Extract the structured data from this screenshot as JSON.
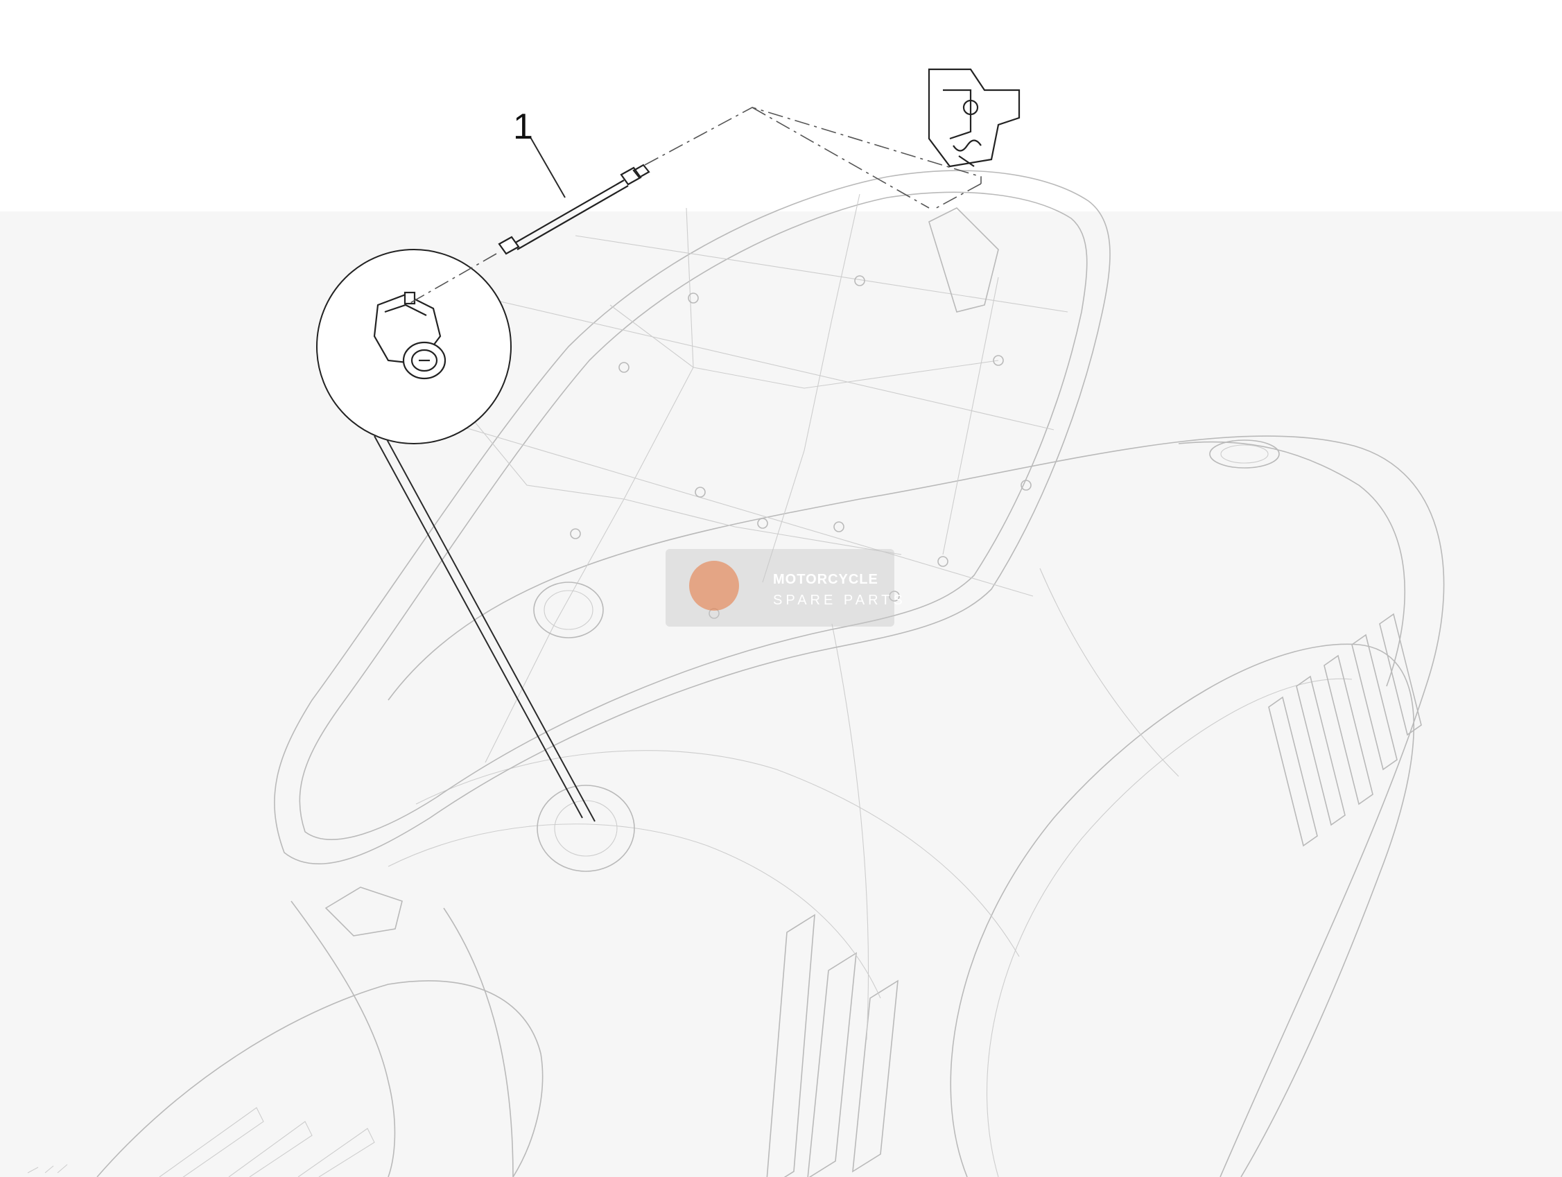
{
  "diagram": {
    "callouts": [
      {
        "label": "1"
      }
    ]
  },
  "watermark": {
    "line1": "MOTORCYCLE",
    "line2": "SPARE PARTS",
    "accent_color": "#e8743b"
  },
  "colors": {
    "background": "#ffffff",
    "ghost_line": "#b9b9b9",
    "part_line": "#222222"
  }
}
